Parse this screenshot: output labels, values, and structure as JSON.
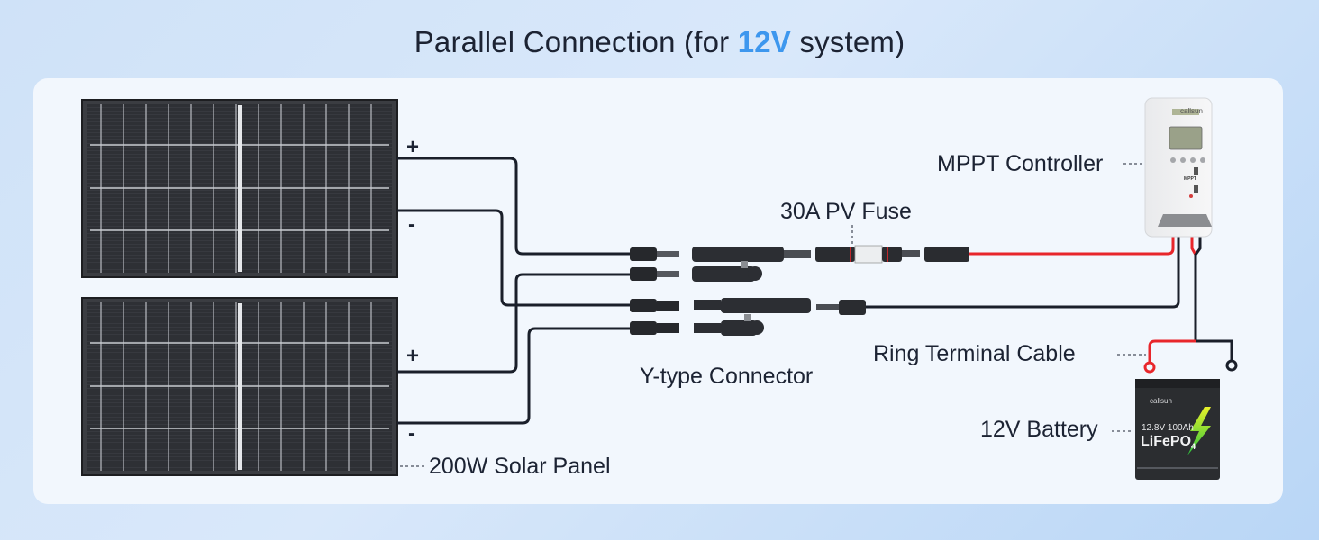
{
  "title": {
    "prefix": "Parallel Connection (for ",
    "highlight": "12V",
    "suffix": " system)",
    "accent_color": "#3d97ee"
  },
  "components": {
    "solar_panel": {
      "label": "200W Solar Panel",
      "count": 2
    },
    "controller": {
      "label": "MPPT Controller",
      "brand": "callsun",
      "model_text": "MPPT"
    },
    "fuse": {
      "label": "30A PV Fuse"
    },
    "y_connector": {
      "label": "Y-type Connector"
    },
    "ring_cable": {
      "label": "Ring Terminal Cable"
    },
    "battery": {
      "label": "12V Battery",
      "brand": "callsun",
      "spec": "12.8V 100Ah",
      "chem": "LiFePO",
      "chem_sub": "4"
    }
  },
  "terminals": {
    "panel1_pos": "+",
    "panel1_neg": "-",
    "panel2_pos": "+",
    "panel2_neg": "-"
  },
  "colors": {
    "positive_wire": "#e8262b",
    "negative_wire": "#1a1f2a",
    "panel": "#2b2d31"
  }
}
